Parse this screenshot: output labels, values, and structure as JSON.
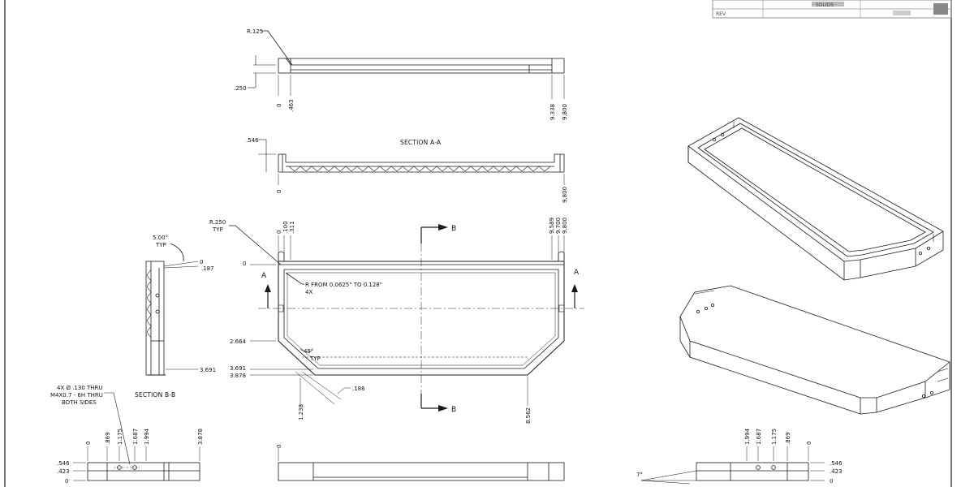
{
  "colors": {
    "line": "#1a1a1a",
    "background": "#ffffff",
    "title_block": "#999999"
  },
  "title_block": {
    "text1": "SOLIDS",
    "text2": "REV"
  },
  "top_view": {
    "radius": "R.125",
    "depth": ".250",
    "dim_0": "0",
    "dim_463": ".463",
    "dim_9338": "9.338",
    "dim_9800": "9.800"
  },
  "section_aa": {
    "title": "SECTION A-A",
    "height": ".546",
    "dim_0": "0",
    "dim_9800": "9.800"
  },
  "section_bb_view": {
    "angle": "5.00°",
    "angle_typ": "TYP",
    "dim_0": "0",
    "dim_187": ".187",
    "dim_3691": "3.691"
  },
  "main_view": {
    "radius": "R.250",
    "radius_typ": "TYP",
    "dim_0_top": "0",
    "dim_100": ".100",
    "dim_311": ".311",
    "dim_9589": "9.589",
    "dim_9700": "9.700",
    "dim_9800": "9.800",
    "dim_0_left": "0",
    "cut_a": "A",
    "cut_b": "B",
    "fillet_note": "R FROM 0.0625\" TO 0.128\"",
    "fillet_count": "4X",
    "dim_2664": "2.664",
    "chamfer_angle": "45°",
    "chamfer_typ": "TYP",
    "dim_3691": "3.691",
    "dim_3878": "3.878",
    "dim_1238": "1.238",
    "dim_186": ".186",
    "dim_8562": "8.562"
  },
  "hole_note": {
    "line1": "4X Ø .130 THRU",
    "line2": "M4X0.7 - 6H THRU",
    "line3": "BOTH SIDES"
  },
  "section_bb": {
    "title": "SECTION B-B"
  },
  "left_end_view": {
    "dim_0": "0",
    "dim_869": ".869",
    "dim_1175": "1.175",
    "dim_1687": "1.687",
    "dim_1994": "1.994",
    "dim_3878": "3.878",
    "dim_546": ".546",
    "dim_423": ".423",
    "dim_0_bottom": "0"
  },
  "front_bottom_view": {
    "dim_0": "0"
  },
  "right_end_view": {
    "dim_1994": "1.994",
    "dim_1687": "1.687",
    "dim_1175": "1.175",
    "dim_869": ".869",
    "dim_0": "0",
    "dim_546": ".546",
    "dim_423": ".423",
    "dim_0_bottom": "0",
    "angle": "7°"
  }
}
